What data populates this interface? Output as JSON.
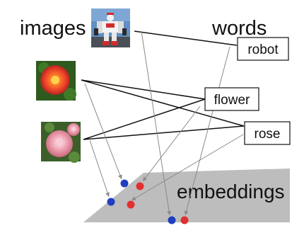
{
  "titles": {
    "images": "images",
    "words": "words",
    "embeddings": "embeddings"
  },
  "words": {
    "robot": "robot",
    "flower": "flower",
    "rose": "rose"
  },
  "thumbnails": {
    "robot": "robot-photo",
    "flower": "red-flower-photo",
    "rose": "pink-rose-photo"
  },
  "colors": {
    "plane": "#bdbdbd",
    "image_point": "#1f3fbf",
    "word_point": "#e23030",
    "line": "#111111",
    "arrow": "#8a8a8a"
  }
}
